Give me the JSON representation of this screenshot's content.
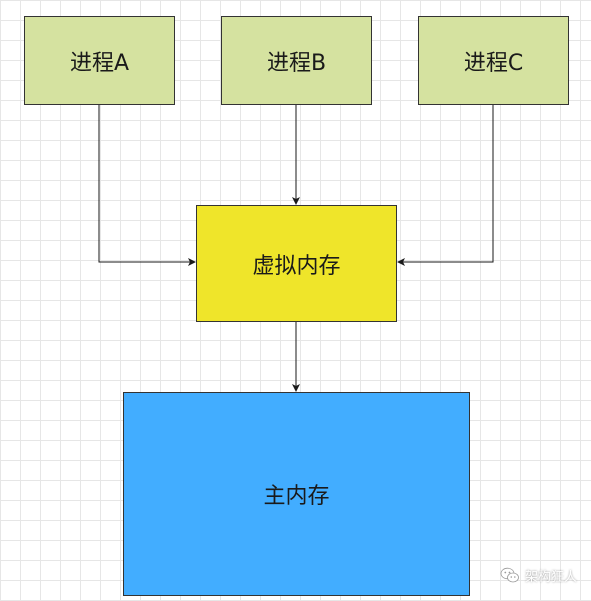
{
  "nodes": {
    "process_a": {
      "label": "进程A",
      "fill": "#d5e2a0"
    },
    "process_b": {
      "label": "进程B",
      "fill": "#d5e2a0"
    },
    "process_c": {
      "label": "进程C",
      "fill": "#d5e2a0"
    },
    "virtual_memory": {
      "label": "虚拟内存",
      "fill": "#efe52a"
    },
    "main_memory": {
      "label": "主内存",
      "fill": "#42adff"
    }
  },
  "edges": [
    {
      "from": "process_a",
      "to": "virtual_memory"
    },
    {
      "from": "process_b",
      "to": "virtual_memory"
    },
    {
      "from": "process_c",
      "to": "virtual_memory"
    },
    {
      "from": "virtual_memory",
      "to": "main_memory"
    }
  ],
  "watermark": {
    "text": "架构狂人",
    "icon": "wechat-icon"
  },
  "colors": {
    "edge": "#1a1a1a",
    "border": "#333333",
    "grid": "#e6e6e6"
  }
}
